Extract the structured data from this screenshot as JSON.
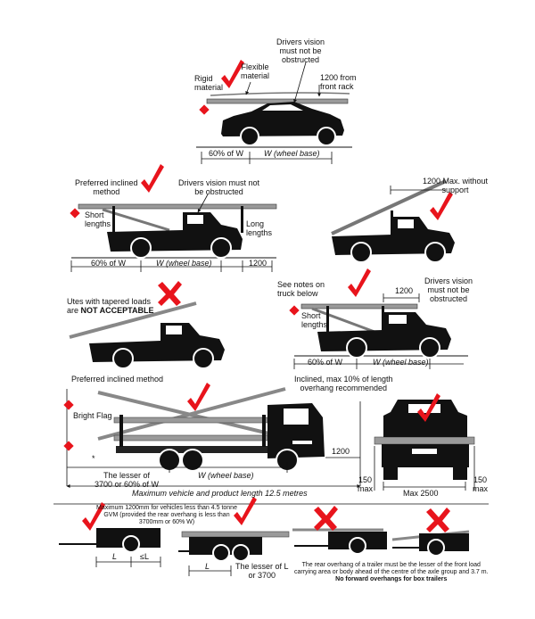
{
  "colors": {
    "check": "#e8141c",
    "flag": "#e8141c",
    "vehicle": "#111111",
    "load": "#9a9a9a"
  },
  "icons": {
    "ok": "check-mark-icon",
    "bad": "cross-mark-icon",
    "flag": "red-flag-icon"
  },
  "car": {
    "rigid": "Rigid\nmaterial",
    "flexible": "Flexible\nmaterial",
    "drivers_vision": "Drivers vision\nmust not be\nobstructed",
    "front_rack": "1200 from\nfront rack",
    "sixty_w": "60% of W",
    "wheelbase": "W (wheel base)"
  },
  "ute1": {
    "preferred": "Preferred inclined\nmethod",
    "drivers_vision": "Drivers vision must not\nbe obstructed",
    "short_lengths": "Short\nlengths",
    "long_lengths": "Long\nlengths",
    "sixty_w": "60% of W",
    "wheelbase": "W (wheel base)",
    "front": "1200"
  },
  "ute2": {
    "max_without_support": "1200 Max. without\nsupport"
  },
  "ute_tapered": {
    "line1": "Utes with tapered loads",
    "line2_prefix": "are ",
    "line2_bold": "NOT ACCEPTABLE"
  },
  "ute4": {
    "see_notes": "See notes on\ntruck below",
    "dim": "1200",
    "drivers_vision": "Drivers vision\nmust not be\nobstructed",
    "short_lengths": "Short\nlengths",
    "sixty_w": "60% of W",
    "wheelbase": "W (wheel base)"
  },
  "truck": {
    "preferred": "Preferred inclined method",
    "inclined_max": "Inclined, max 10% of length\noverhang recommended",
    "bright_flag": "Bright Flag",
    "front": "1200",
    "lesser": "The lesser of\n3700 or 60% of W",
    "wheelbase": "W (wheel base)",
    "max_length": "Maximum vehicle and product length 12.5 metres",
    "star": "*"
  },
  "rear_view": {
    "left": "150\nmax",
    "right": "150\nmax",
    "width": "Max 2500"
  },
  "trailers": {
    "note_top": "Maximum 1200mm for vehicles less than 4.5 tonne\nGVM (provided the rear overhang is less than\n3700mm or 60% W)",
    "l1": "L",
    "l2": "≤L",
    "l3": "L",
    "lesser": "The lesser of L\nor 3700",
    "note_bottom": "The rear overhang of a trailer must be the lesser of the front load\ncarrying area or body ahead of the centre of the axle group and 3.7 m.",
    "note_bold": "No forward overhangs for box trailers"
  }
}
